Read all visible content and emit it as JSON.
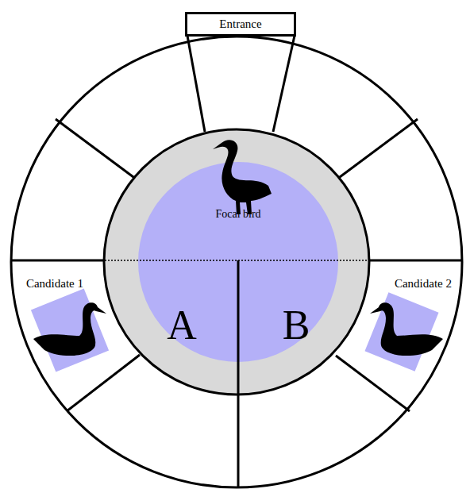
{
  "diagram": {
    "nodes": [
      {
        "text": [
          "Entrance"
        ]
      }
    ],
    "labels": [
      "Focal bird",
      "A",
      "B",
      "Candidate 1",
      "Candidate 2"
    ]
  }
}
